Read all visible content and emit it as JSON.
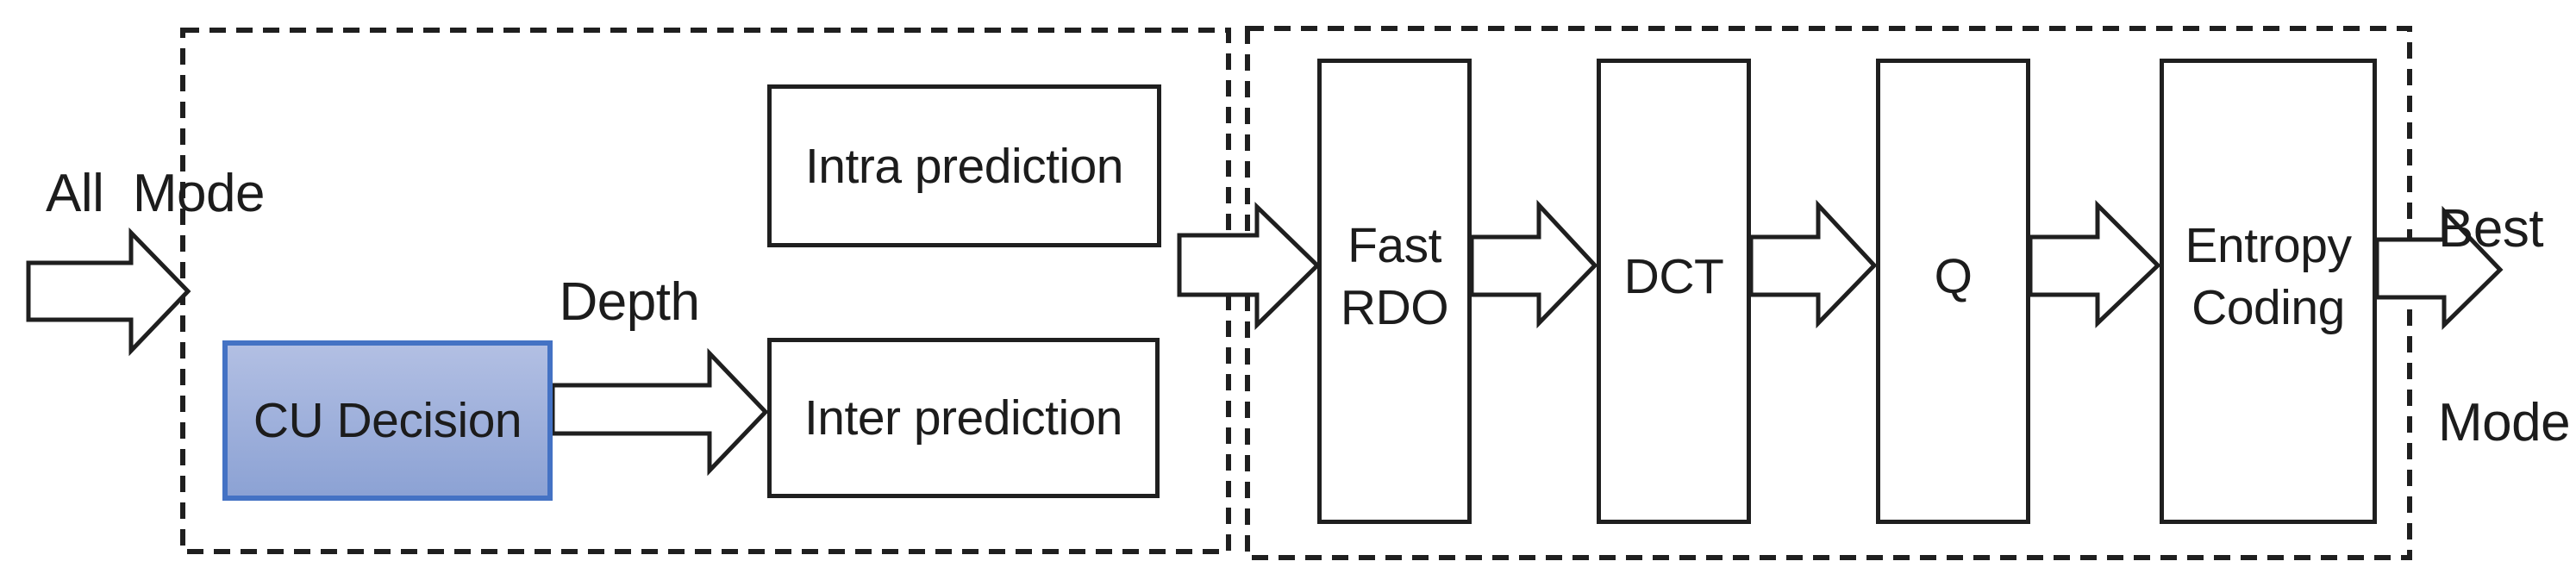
{
  "figure": {
    "background": "#ffffff",
    "line_color": "#1f1f1f",
    "input_label": "All  Mode",
    "depth_label": "Depth",
    "output_label_line1": "Best",
    "output_label_line2": "Mode",
    "decision_stage": {
      "cu_block_label": "CU Decision",
      "intra_block_label": "Intra prediction",
      "inter_block_label": "Inter prediction",
      "cu_fill_top": "#b2bfe3",
      "cu_fill_bottom": "#8ca2d4",
      "cu_border": "#4472c4"
    },
    "rdo_stage": {
      "fast_rdo_line1": "Fast",
      "fast_rdo_line2": "RDO",
      "dct_label": "DCT",
      "q_label": "Q",
      "entropy_line1": "Entropy",
      "entropy_line2": "Coding"
    }
  }
}
